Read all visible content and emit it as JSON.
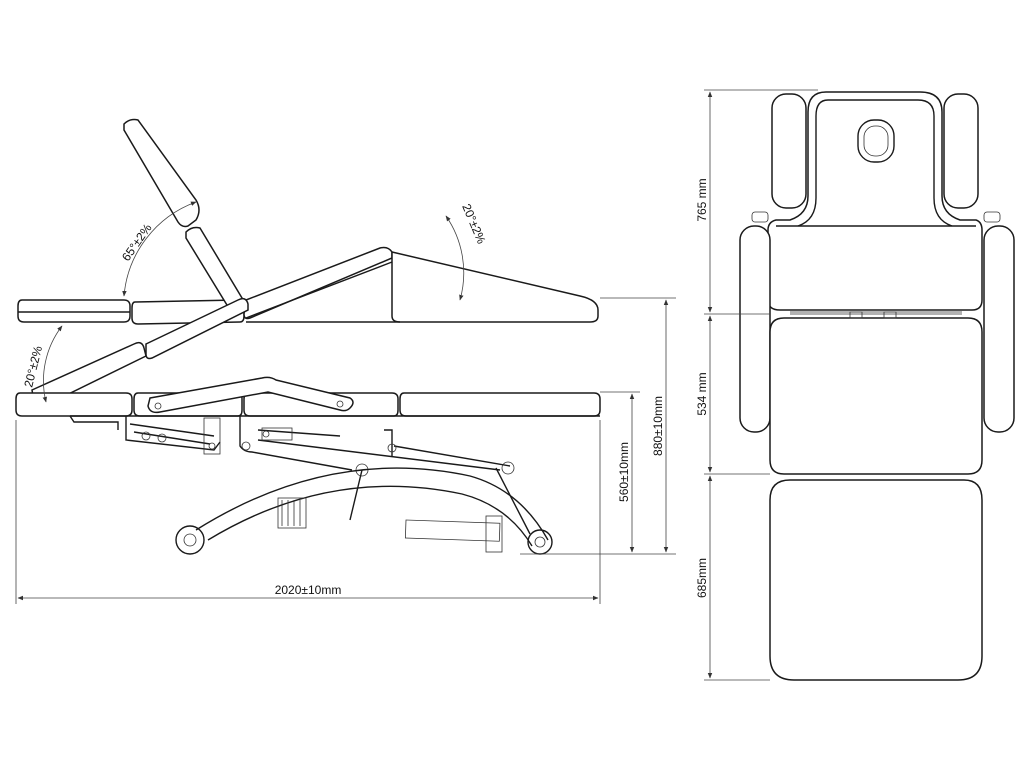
{
  "diagram": {
    "labels": {
      "angle_headrest": "65°±2%",
      "angle_back": "20°±2%",
      "angle_leg": "20°±2%",
      "total_length": "2020±10mm",
      "max_height": "880±10mm",
      "min_height": "560±10mm",
      "head_section": "765 mm",
      "seat_section": "534 mm",
      "leg_section": "685mm"
    }
  }
}
